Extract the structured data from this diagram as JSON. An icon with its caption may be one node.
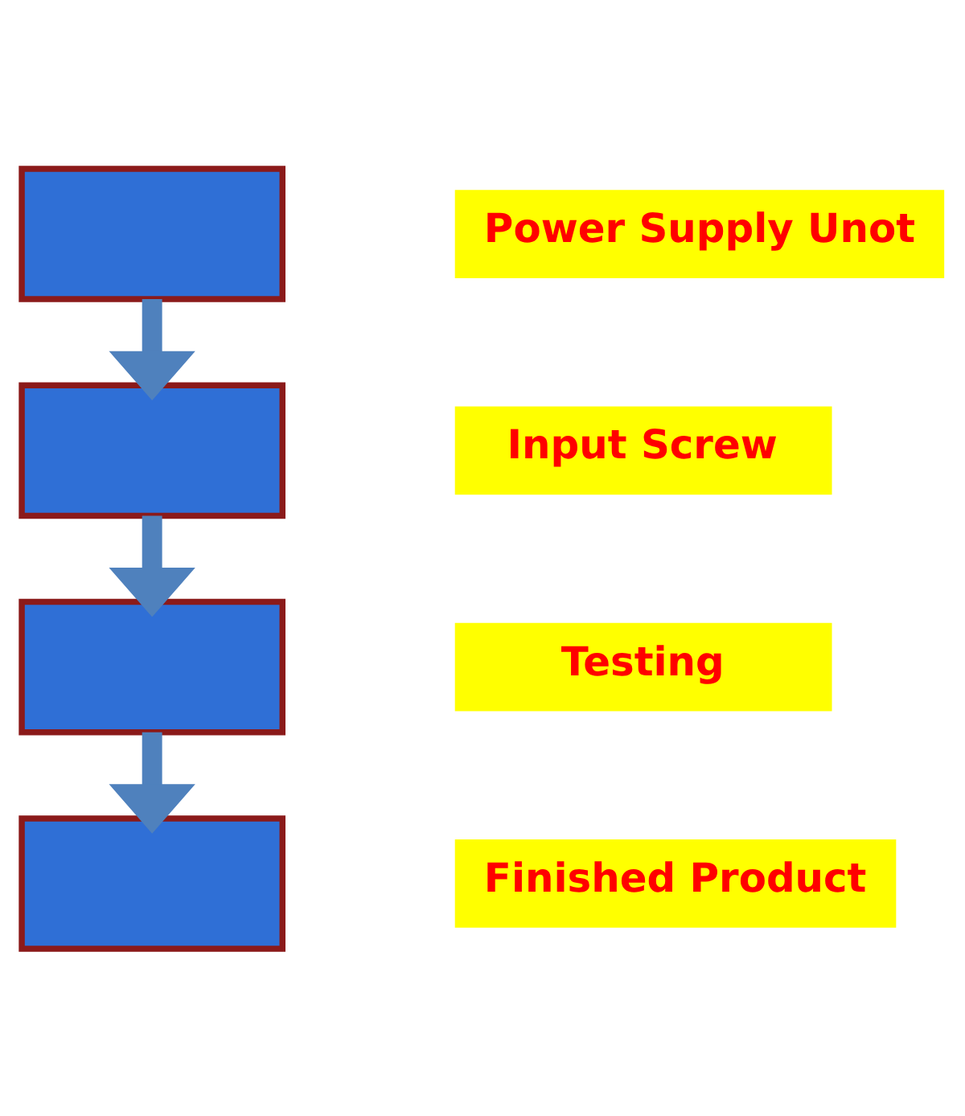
{
  "diagram": {
    "nodes": [
      {
        "text": [],
        "shape": "box"
      },
      {
        "text": [
          "Power Supply Unot"
        ]
      },
      {
        "text": [],
        "shape": "box"
      },
      {
        "text": [
          "Input Screw"
        ]
      },
      {
        "text": [],
        "shape": "box"
      },
      {
        "text": [
          "Testing"
        ]
      },
      {
        "text": [],
        "shape": "box"
      },
      {
        "text": [
          "Finished Product"
        ]
      }
    ],
    "edges": [
      {
        "from": 0,
        "to": 2,
        "arrow": "to"
      },
      {
        "from": 2,
        "to": 4,
        "arrow": "to"
      },
      {
        "from": 4,
        "to": 6,
        "arrow": "to"
      }
    ]
  }
}
